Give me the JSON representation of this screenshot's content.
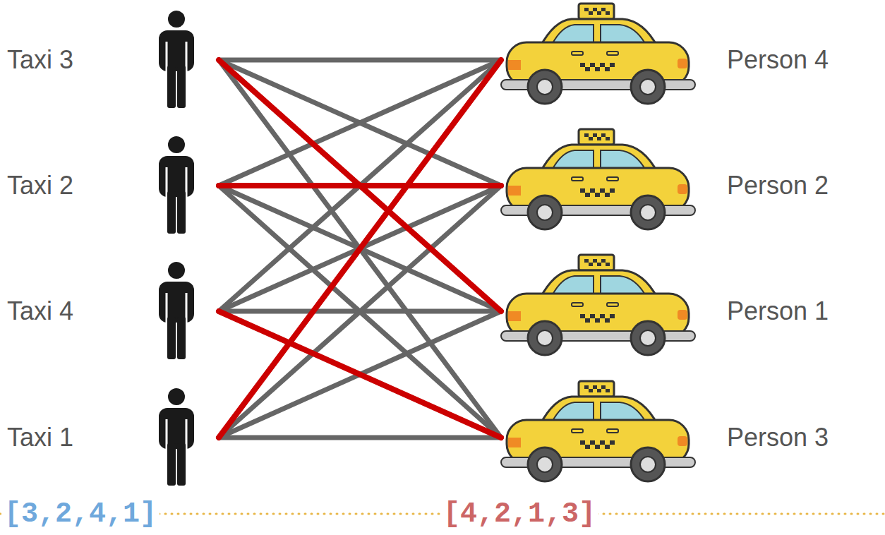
{
  "diagram": {
    "nodes": [
      {
        "text": [
          "Taxi 3"
        ]
      },
      {
        "text": [
          "Taxi 2"
        ]
      },
      {
        "text": [
          "Taxi 4"
        ]
      },
      {
        "text": [
          "Taxi 1"
        ]
      },
      {
        "text": [
          "Person 4"
        ]
      },
      {
        "text": [
          "Person 2"
        ]
      },
      {
        "text": [
          "Person 1"
        ]
      },
      {
        "text": [
          "Person 3"
        ]
      }
    ],
    "edges": [
      {
        "from": 0,
        "to": 4,
        "arrow": "none"
      },
      {
        "from": 0,
        "to": 5,
        "arrow": "none"
      },
      {
        "from": 0,
        "to": 6,
        "arrow": "none"
      },
      {
        "from": 0,
        "to": 7,
        "arrow": "none"
      },
      {
        "from": 1,
        "to": 4,
        "arrow": "none"
      },
      {
        "from": 1,
        "to": 5,
        "arrow": "none"
      },
      {
        "from": 1,
        "to": 6,
        "arrow": "none"
      },
      {
        "from": 1,
        "to": 7,
        "arrow": "none"
      },
      {
        "from": 2,
        "to": 4,
        "arrow": "none"
      },
      {
        "from": 2,
        "to": 5,
        "arrow": "none"
      },
      {
        "from": 2,
        "to": 6,
        "arrow": "none"
      },
      {
        "from": 2,
        "to": 7,
        "arrow": "none"
      },
      {
        "from": 3,
        "to": 4,
        "arrow": "none"
      },
      {
        "from": 3,
        "to": 5,
        "arrow": "none"
      },
      {
        "from": 3,
        "to": 6,
        "arrow": "none"
      },
      {
        "from": 3,
        "to": 7,
        "arrow": "none"
      },
      {
        "from": 0,
        "to": 6,
        "arrow": "none"
      },
      {
        "from": 1,
        "to": 5,
        "arrow": "none"
      },
      {
        "from": 2,
        "to": 7,
        "arrow": "none"
      },
      {
        "from": 3,
        "to": 4,
        "arrow": "none"
      }
    ],
    "labels": [
      "[3,2,4,1]",
      "[4,2,1,3]"
    ]
  }
}
